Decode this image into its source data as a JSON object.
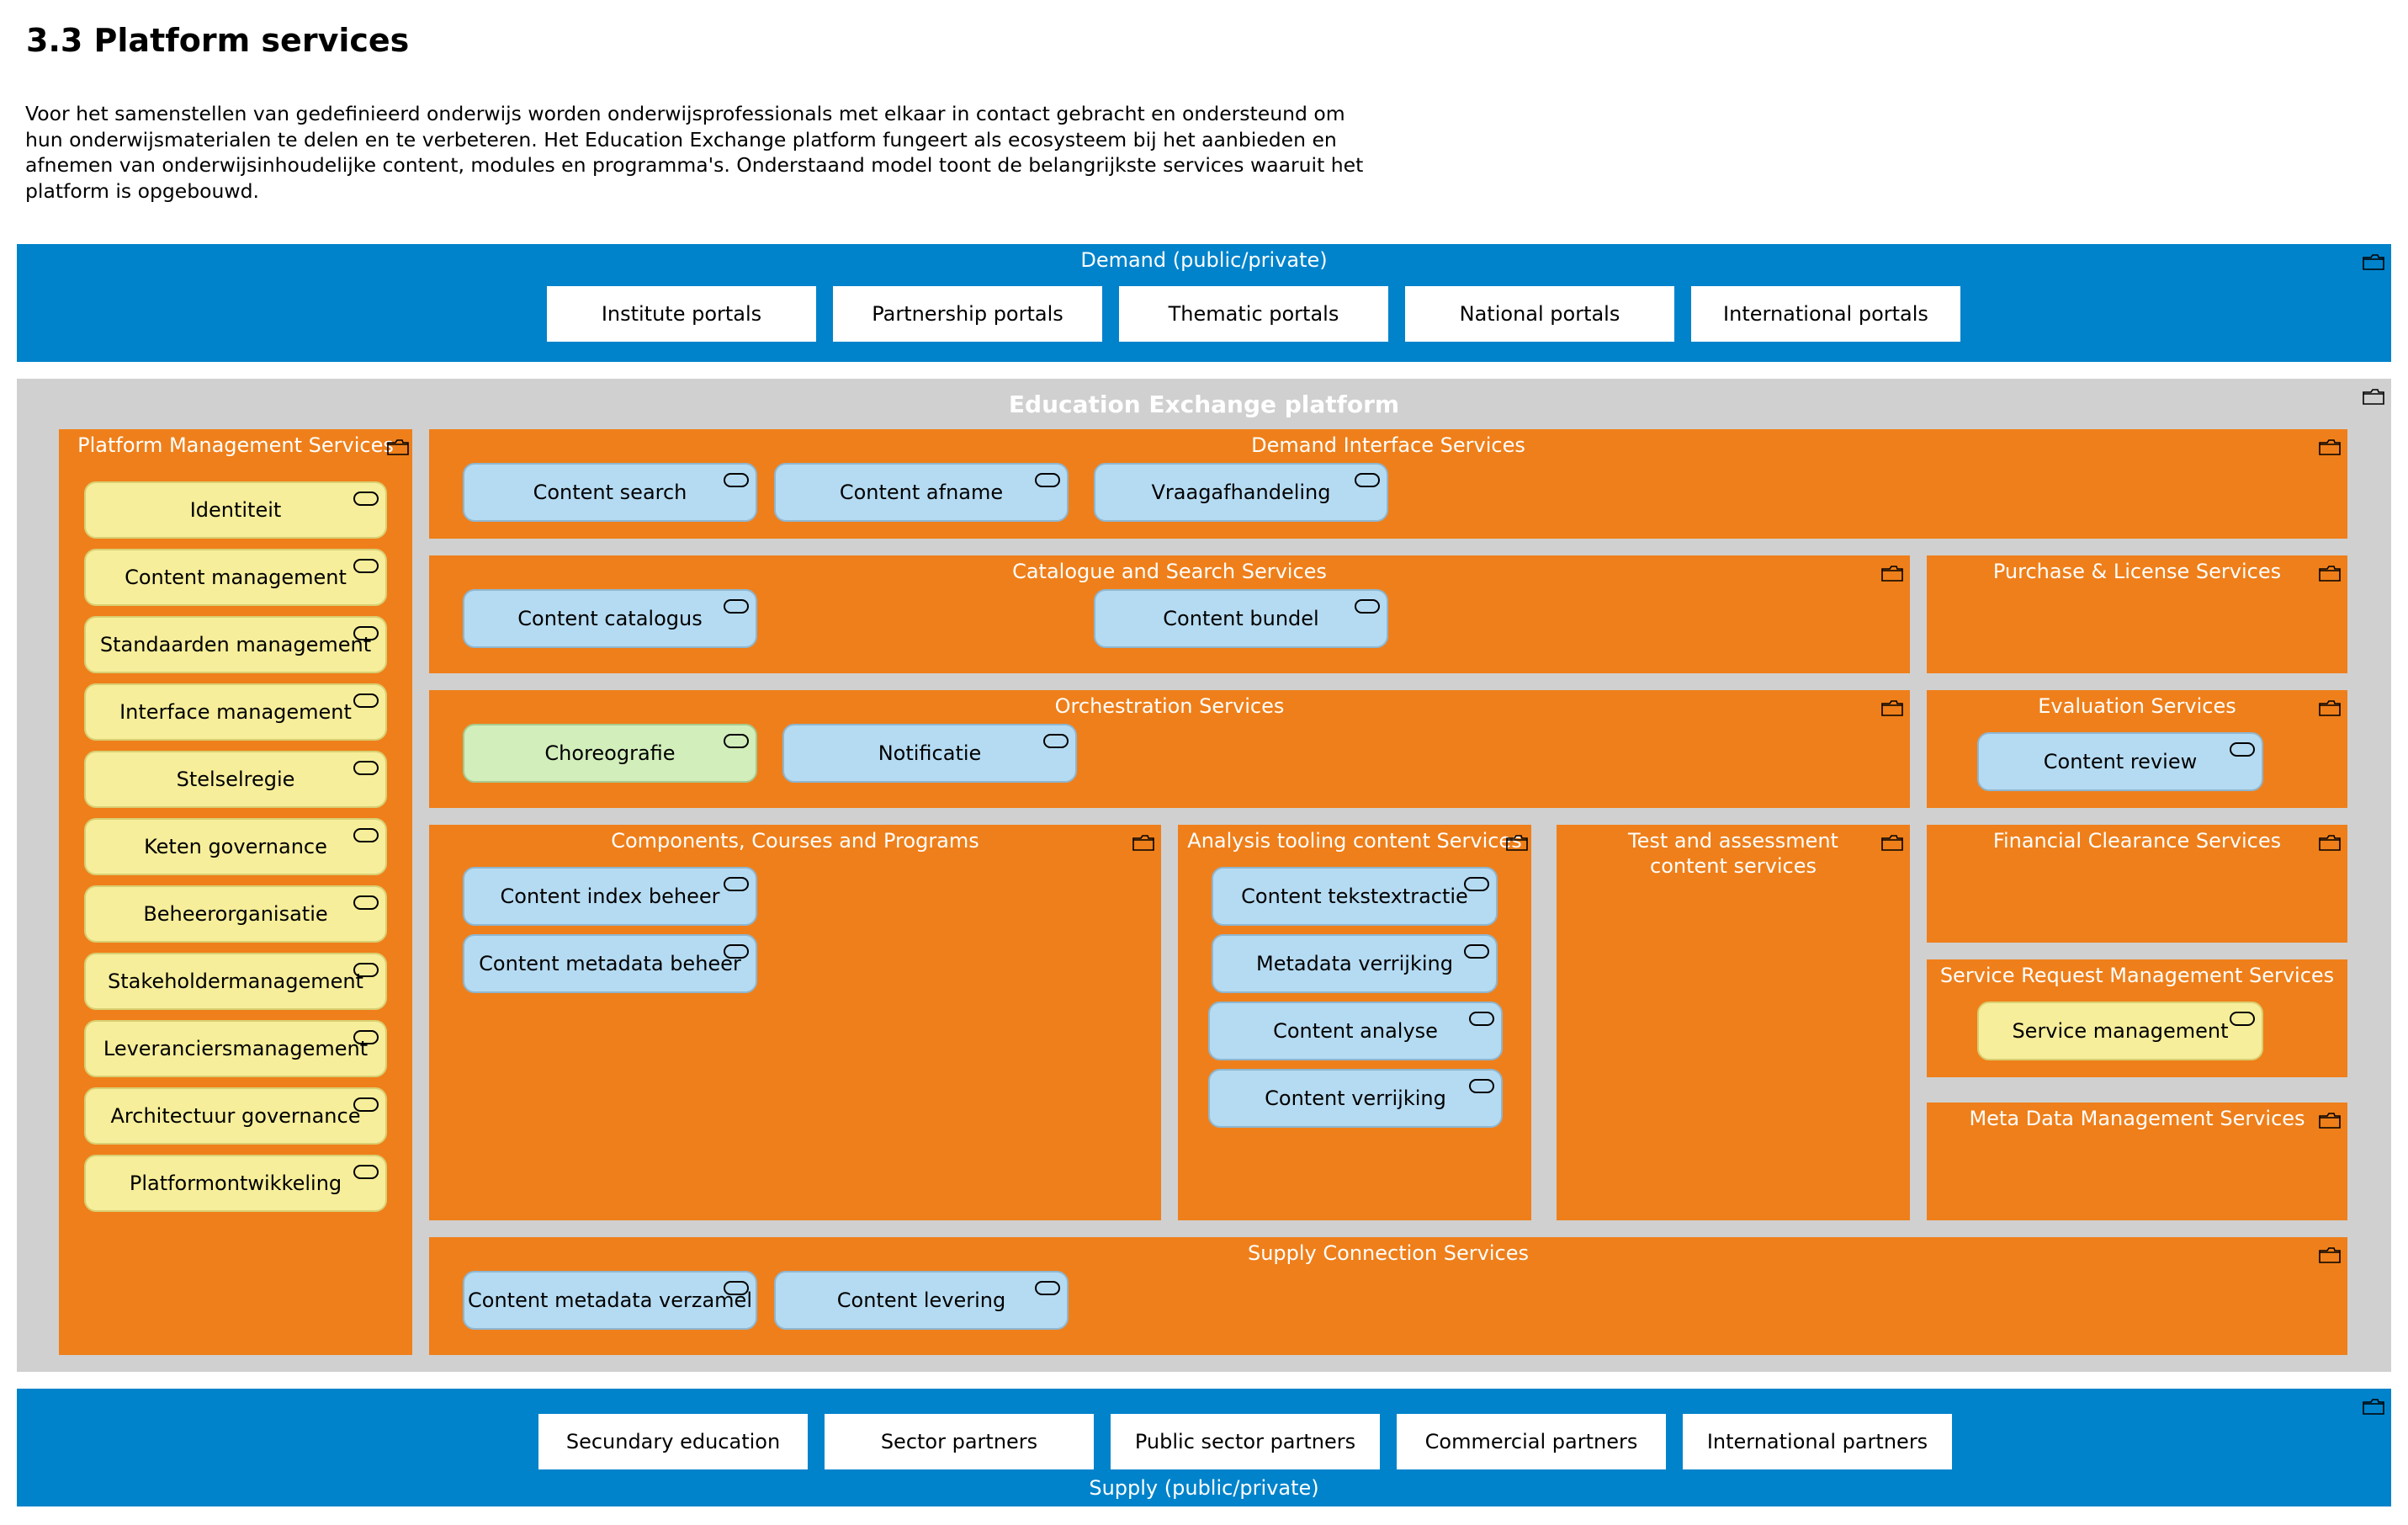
{
  "title": "3.3 Platform services",
  "intro": "Voor het samenstellen van gedefinieerd onderwijs worden onderwijsprofessionals met elkaar in contact gebracht en ondersteund om hun onderwijsmaterialen te delen en te verbeteren. Het Education Exchange platform fungeert als ecosysteem bij het aanbieden en afnemen van onderwijsinhoudelijke content, modules en programma's. Onderstaand model toont de belangrijkste services waaruit het platform is opgebouwd.",
  "demand": {
    "label": "Demand (public/private)",
    "portals": [
      "Institute portals",
      "Partnership portals",
      "Thematic portals",
      "National portals",
      "International portals"
    ]
  },
  "platform": {
    "title": "Education Exchange platform",
    "management": {
      "title": "Platform Management Services",
      "items": [
        "Identiteit",
        "Content management",
        "Standaarden management",
        "Interface management",
        "Stelselregie",
        "Keten governance",
        "Beheerorganisatie",
        "Stakeholdermanagement",
        "Leveranciersmanagement",
        "Architectuur governance",
        "Platformontwikkeling"
      ]
    },
    "demand_interface": {
      "title": "Demand Interface Services",
      "items": [
        "Content search",
        "Content afname",
        "Vraagafhandeling"
      ]
    },
    "catalogue": {
      "title": "Catalogue and Search Services",
      "items": [
        "Content catalogus",
        "Content bundel"
      ]
    },
    "purchase": {
      "title": "Purchase & License Services"
    },
    "orchestration": {
      "title": "Orchestration Services",
      "items": [
        "Choreografie",
        "Notificatie"
      ]
    },
    "evaluation": {
      "title": "Evaluation Services",
      "items": [
        "Content review"
      ]
    },
    "components": {
      "title": "Components, Courses and Programs",
      "items": [
        "Content index beheer",
        "Content metadata beheer"
      ]
    },
    "analysis": {
      "title": "Analysis tooling content Services",
      "items": [
        "Content tekstextractie",
        "Metadata verrijking",
        "Content analyse",
        "Content verrijking"
      ]
    },
    "test": {
      "title": "Test and assessment content services"
    },
    "financial": {
      "title": "Financial Clearance Services"
    },
    "service_request": {
      "title": "Service Request Management Services",
      "items": [
        "Service management"
      ]
    },
    "metadata_mgmt": {
      "title": "Meta Data Management Services"
    },
    "supply_connection": {
      "title": "Supply Connection Services",
      "items": [
        "Content metadata verzamel",
        "Content levering"
      ]
    }
  },
  "supply": {
    "label": "Supply (public/private)",
    "partners": [
      "Secundary education",
      "Sector partners",
      "Public sector partners",
      "Commercial partners",
      "International partners"
    ]
  },
  "colors": {
    "band_blue": "#0083cb",
    "platform_grey": "#d0d0d0",
    "group_orange": "#ef7f1a",
    "service_blue": "#b5dbf2",
    "service_yellow": "#f6ee9a",
    "service_green": "#d2eebb"
  },
  "icons": {
    "group": "folder-icon",
    "service": "rounded-rect-service-icon"
  }
}
